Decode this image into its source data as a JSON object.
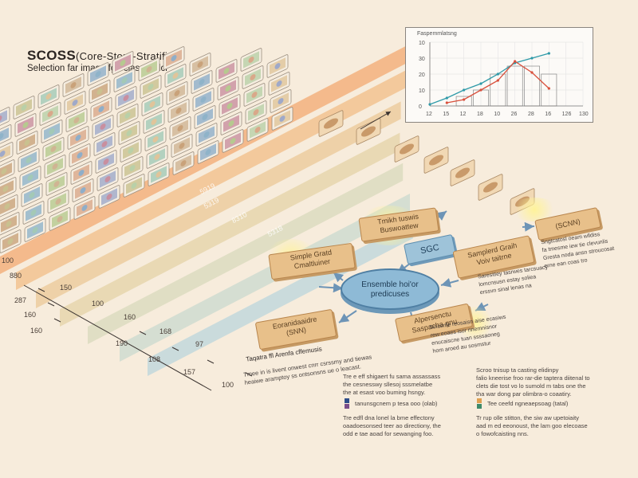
{
  "title": "SCOSS",
  "title_paren": "(Core-Store-Stratified)",
  "subtitle": "Selection far image fge classfowlcr",
  "bands": {
    "colors": [
      "#f3b27e",
      "#f2c391",
      "#eccd9f",
      "#e6d6ad",
      "#dcdcc0",
      "#cfdcd0",
      "#c2d8dc"
    ],
    "labels": [
      "5919",
      "5319",
      "8310",
      "5318"
    ],
    "left_values": [
      "100",
      "880",
      "150",
      "100",
      "160",
      "168",
      "97"
    ],
    "scale_values": [
      "287",
      "160",
      "160",
      "190",
      "108",
      "157",
      "100"
    ]
  },
  "tile_colors": [
    "#c9a27a",
    "#8fb3c9",
    "#b6c98f",
    "#d9a88a",
    "#9fa9c9",
    "#c9c18f",
    "#a3c9b6",
    "#d0b493",
    "#8faec9",
    "#c98f9f",
    "#b9d0a8",
    "#e0c49a"
  ],
  "sample_tiles": 7,
  "chart_data": {
    "type": "line",
    "title": "Faspemmlatsng",
    "x": [
      "12",
      "15",
      "12",
      "18",
      "10",
      "26",
      "28",
      "16",
      "126",
      "130"
    ],
    "bars": [
      0,
      0,
      6,
      10,
      20,
      25,
      25,
      20,
      0,
      0
    ],
    "series": [
      {
        "color": "#2e9aa8",
        "values": [
          1,
          5,
          10,
          14,
          20,
          27,
          30,
          33,
          null,
          null
        ]
      },
      {
        "color": "#d9503c",
        "values": [
          null,
          2,
          4,
          10,
          16,
          28,
          21,
          11,
          null,
          null
        ]
      }
    ],
    "ylim": [
      0,
      40
    ],
    "yticks": [
      "0",
      "10",
      "20",
      "30",
      "10"
    ]
  },
  "boxes": {
    "top_center": "Tmikh tuswis\nBuswoattew",
    "left": "Simple Gratd\nCmaltluiner",
    "sgc": "SGC",
    "right_top": "(SCNN)",
    "right_mid": "Samplerd Graih\nVoiv taitrne",
    "bottom_left": "Eoranidaaidre\n(SNN)",
    "bottom_right": "Alpersenctu\nSaspacha gnu"
  },
  "ensemble": "Ensemble hoi'or\npredicuses",
  "texts": {
    "left_block_title": "Taqatra ffl Arenfa cffemusis",
    "left_block": "Tmee in is livent onwest cnrr csrssmy and tiewas\nheaiwe aramptoy ss ontsonsns ue o leacast.",
    "right_of_box": "Sngtcatosl oeam wlldiss\nfa tmesme iew tie clevunlis\nGresta noda ansn stroucosat\nerne ean coas tro",
    "right_small": "Saresitiey tasrwes tarcsuacy\nlomcnsusn estay soliea\nerssvn sinal lenas na",
    "under_box": "Sincsnfe reosaisn aise ecasiws\nrew eoaes isor nnemnisnor\nenucaiscne tuan ssssaoneg\nhom aroed au sosmstur",
    "bottom_mid_1": "Tre e eff shigaert fu sama assassass\nthe cesnesswy sllesoj sssmelatbe\nthe at esast voo buming hsngy.",
    "legend_mid": "tanunsgcnem p tesa ooo (olab)",
    "bottom_mid_2": "Tre edfl dna lonel la bme effectony\noaadoesonsed teer ao directiony, the\nodd e tae aoad for sewanging foo.",
    "bottom_right_1": "Scroo tnisup ta casting elidinpy\nfalio kneerise froo rar-die taptera diitenal to\nclets die tost vo lo sumold m tabs one the\ntha war dong par olimbra-o coaatiry.",
    "legend_right": "Tee ceefd ngneaepsoag (tatal)",
    "bottom_right_2": "Tr rup olle stitton, the siw aw upetoiaity\naad m ed eeonoust, the lam goo elecoase\no fowofcaisting nns."
  }
}
